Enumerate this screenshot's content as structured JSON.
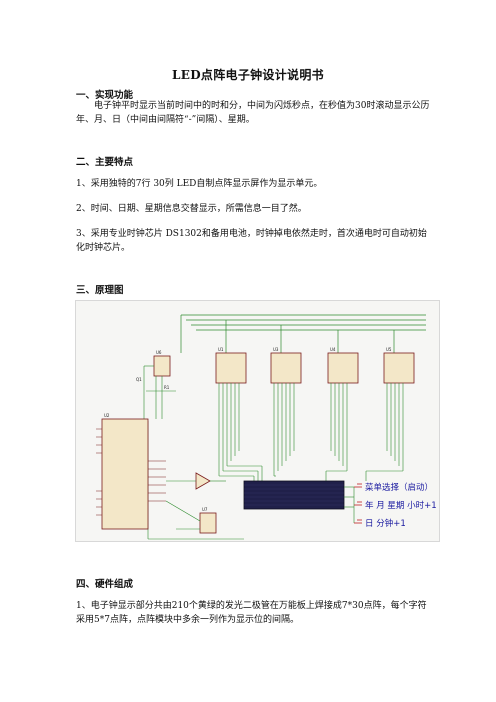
{
  "doc": {
    "title": "LED点阵电子钟设计说明书",
    "s1": {
      "heading": "一、实现功能",
      "body": "电子钟平时显示当前时间中的时和分，中间为闪烁秒点，在秒值为30时滚动显示公历年、月、日（中间由间隔符“-”间隔）、星期。"
    },
    "s2": {
      "heading": "二、主要特点",
      "p1": "1、采用独特的7行 30列 LED自制点阵显示屏作为显示单元。",
      "p2": "2、时间、日期、星期信息交替显示，所需信息一目了然。",
      "p3": "3、采用专业时钟芯片 DS1302和备用电池，时钟掉电依然走时，首次通电时可自动初始化时钟芯片。"
    },
    "s3": {
      "heading": "三、原理图",
      "schematic": {
        "labels": [
          "U1",
          "U2",
          "U3",
          "U4",
          "U5",
          "U6",
          "U7",
          "Q1",
          "R1"
        ],
        "buttons": [
          "菜单选择（启动）",
          "年 月 星期 小时+1",
          "日 分钟+1"
        ]
      }
    },
    "s4": {
      "heading": "四、硬件组成",
      "p1": "1、电子钟显示部分共由210个黄绿的发光二极管在万能板上焊接成7*30点阵，每个字符采用5*7点阵，点阵模块中多余一列作为显示位的间隔。"
    }
  },
  "colors": {
    "button_text": "#1a1aa0",
    "button_mark": "#c02020",
    "wire": "#2e8b2e",
    "display": "#20204a"
  }
}
